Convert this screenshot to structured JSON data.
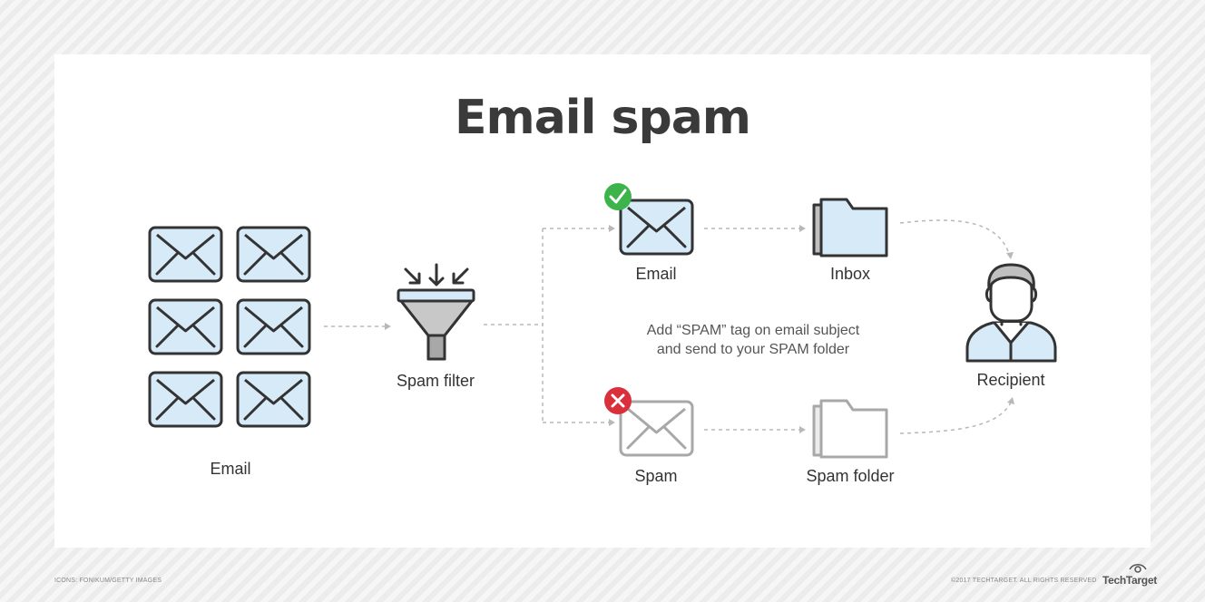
{
  "title": "Email spam",
  "nodes": {
    "emails": "Email",
    "filter": "Spam filter",
    "email_ok": "Email",
    "inbox": "Inbox",
    "recipient": "Recipient",
    "spam": "Spam",
    "spam_folder": "Spam folder"
  },
  "note": {
    "line1": "Add “SPAM” tag on email subject",
    "line2": "and send to your SPAM folder"
  },
  "footer": {
    "icons_credit": "ICONS: FONIKUM/GETTY IMAGES",
    "copyright": "©2017 TECHTARGET. ALL RIGHTS RESERVED",
    "brand": "TechTarget"
  },
  "colors": {
    "envelope_fill": "#d6eaf8",
    "outline": "#333333",
    "muted_outline": "#a8a8a8",
    "check_green": "#3cb44b",
    "cross_red": "#d9303b",
    "connector": "#b8b8b8"
  },
  "icons": [
    "envelope-icon",
    "funnel-icon",
    "folder-icon",
    "person-icon",
    "check-badge-icon",
    "cross-badge-icon"
  ]
}
